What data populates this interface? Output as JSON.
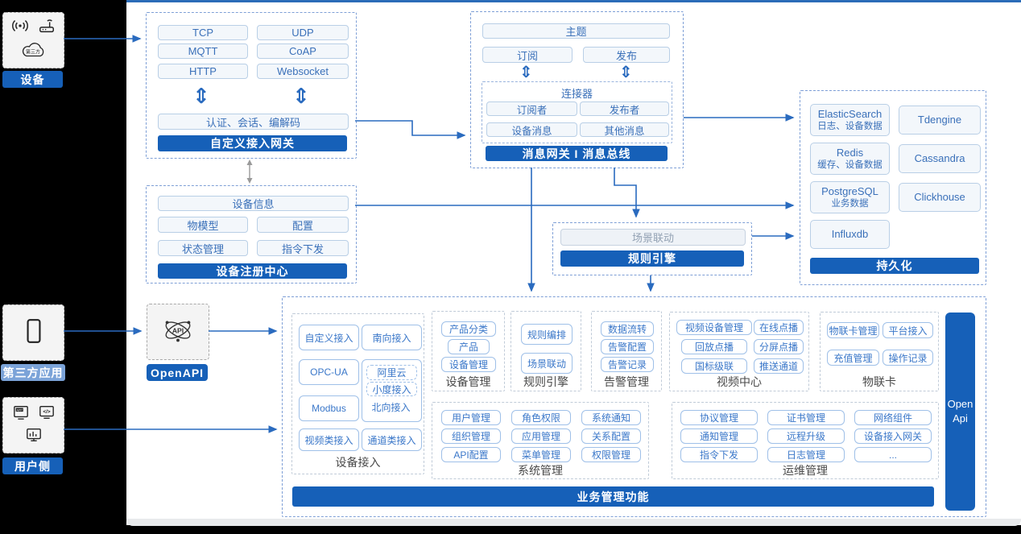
{
  "colors": {
    "accent": "#1660b8",
    "arrow": "#2a6bbf",
    "light_label": "#7ba3d8",
    "topline": "#2b6cb8"
  },
  "icons": {
    "double_arrow": "⇕"
  },
  "left_rail": {
    "device": {
      "label": "设备",
      "cloud_text": "第三方"
    },
    "third_party": {
      "label": "第三方应用"
    },
    "user_side": {
      "label": "用户侧"
    }
  },
  "custom_gateway": {
    "protocols": [
      "TCP",
      "UDP",
      "MQTT",
      "CoAP",
      "HTTP",
      "Websocket"
    ],
    "auth_pill": "认证、会话、编解码",
    "title": "自定义接入网关"
  },
  "device_registry": {
    "device_info": "设备信息",
    "items": [
      "物模型",
      "配置",
      "状态管理",
      "指令下发"
    ],
    "title": "设备注册中心"
  },
  "message_gateway": {
    "topic": "主题",
    "subscribe": "订阅",
    "publish": "发布",
    "connector": {
      "title": "连接器",
      "items": [
        "订阅者",
        "发布者",
        "设备消息",
        "其他消息"
      ]
    },
    "title": "消息网关 I 消息总线"
  },
  "persistence": {
    "title": "持久化",
    "stores": [
      {
        "name": "ElasticSearch",
        "desc": "日志、设备数据"
      },
      {
        "name": "Tdengine",
        "desc": ""
      },
      {
        "name": "Redis",
        "desc": "缓存、设备数据"
      },
      {
        "name": "Cassandra",
        "desc": ""
      },
      {
        "name": "PostgreSQL",
        "desc": "业务数据"
      },
      {
        "name": "Clickhouse",
        "desc": ""
      },
      {
        "name": "Influxdb",
        "desc": ""
      }
    ]
  },
  "rule_engine": {
    "pill": "场景联动",
    "title": "规则引擎"
  },
  "openapi": {
    "label": "OpenAPI"
  },
  "business": {
    "title": "业务管理功能",
    "open_api": "Open Api",
    "device_access": {
      "label": "设备接入",
      "pills": [
        "自定义接入",
        "南向接入",
        "OPC-UA",
        "Modbus",
        "视频类接入",
        "通道类接入"
      ],
      "north": {
        "aliyun": "阿里云",
        "xiaodu": "小度接入",
        "label": "北向接入"
      }
    },
    "device_mgmt": {
      "label": "设备管理",
      "pills": [
        "产品分类",
        "产品",
        "设备管理"
      ]
    },
    "rule_engine": {
      "label": "规则引擎",
      "pills": [
        "规则编排",
        "场景联动"
      ]
    },
    "alarm_mgmt": {
      "label": "告警管理",
      "pills": [
        "数据流转",
        "告警配置",
        "告警记录"
      ]
    },
    "video_center": {
      "label": "视频中心",
      "pills": [
        "视频设备管理",
        "在线点播",
        "回放点播",
        "分屏点播",
        "国标级联",
        "推送通道"
      ]
    },
    "iot_card": {
      "label": "物联卡",
      "pills": [
        "物联卡管理",
        "平台接入",
        "充值管理",
        "操作记录"
      ]
    },
    "system_mgmt": {
      "label": "系统管理",
      "pills": [
        "用户管理",
        "角色权限",
        "系统通知",
        "组织管理",
        "应用管理",
        "关系配置",
        "API配置",
        "菜单管理",
        "权限管理"
      ]
    },
    "ops_mgmt": {
      "label": "运维管理",
      "pills": [
        "协议管理",
        "证书管理",
        "网络组件",
        "通知管理",
        "远程升级",
        "设备接入网关",
        "指令下发",
        "日志管理",
        "..."
      ]
    }
  }
}
